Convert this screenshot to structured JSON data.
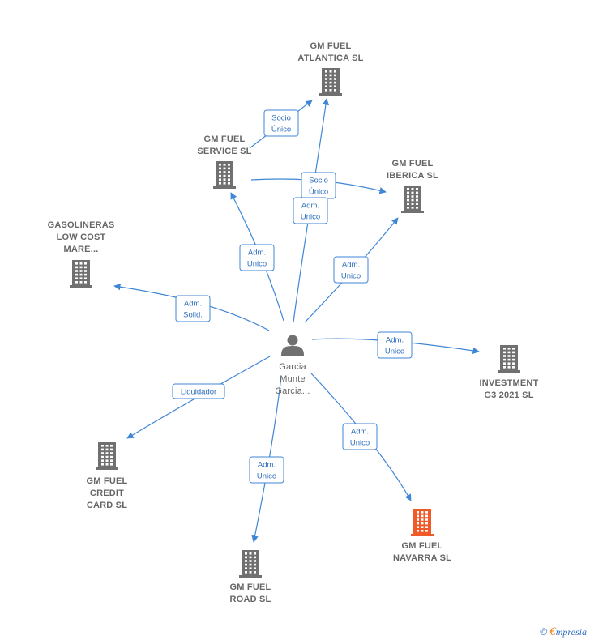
{
  "nodes": [
    {
      "id": "person",
      "type": "person",
      "lines": [
        "Garcia",
        "Munte",
        "Garcia..."
      ],
      "color": "#707070"
    },
    {
      "id": "atlantica",
      "type": "company",
      "lines": [
        "GM FUEL",
        "ATLANTICA  SL"
      ],
      "color": "#707070"
    },
    {
      "id": "service",
      "type": "company",
      "lines": [
        "GM FUEL",
        "SERVICE SL"
      ],
      "color": "#707070"
    },
    {
      "id": "iberica",
      "type": "company",
      "lines": [
        "GM FUEL",
        "IBERICA SL"
      ],
      "color": "#707070"
    },
    {
      "id": "gasolineras",
      "type": "company",
      "lines": [
        "GASOLINERAS",
        "LOW COST",
        "MARE..."
      ],
      "color": "#707070"
    },
    {
      "id": "investment",
      "type": "company",
      "lines": [
        "INVESTMENT",
        "G3 2021  SL"
      ],
      "color": "#707070"
    },
    {
      "id": "credit",
      "type": "company",
      "lines": [
        "GM FUEL",
        "CREDIT",
        "CARD  SL"
      ],
      "color": "#707070"
    },
    {
      "id": "navarra",
      "type": "company",
      "lines": [
        "GM FUEL",
        "NAVARRA  SL"
      ],
      "color": "#f05a28",
      "highlight": true
    },
    {
      "id": "road",
      "type": "company",
      "lines": [
        "GM FUEL",
        "ROAD  SL"
      ],
      "color": "#707070"
    }
  ],
  "edges": [
    {
      "id": "service-atlantica",
      "lines": [
        "Socio",
        "Único"
      ]
    },
    {
      "id": "service-iberica",
      "lines": [
        "Socio",
        "Único"
      ]
    },
    {
      "id": "person-atlantica",
      "lines": [
        "Adm.",
        "Unico"
      ]
    },
    {
      "id": "person-service",
      "lines": [
        "Adm.",
        "Unico"
      ]
    },
    {
      "id": "person-iberica",
      "lines": [
        "Adm.",
        "Unico"
      ]
    },
    {
      "id": "person-gasolineras",
      "lines": [
        "Adm.",
        "Solid."
      ]
    },
    {
      "id": "person-investment",
      "lines": [
        "Adm.",
        "Unico"
      ]
    },
    {
      "id": "person-credit",
      "lines": [
        "Liquidador"
      ]
    },
    {
      "id": "person-navarra",
      "lines": [
        "Adm.",
        "Unico"
      ]
    },
    {
      "id": "person-road",
      "lines": [
        "Adm.",
        "Unico"
      ]
    }
  ],
  "colors": {
    "edge": "#3f86d6",
    "edge_text": "#2e6fbf",
    "node_default": "#707070",
    "node_highlight": "#f05a28"
  },
  "footer": {
    "copyright": "©",
    "brand_initial": "€",
    "brand_rest": "mpresia"
  }
}
